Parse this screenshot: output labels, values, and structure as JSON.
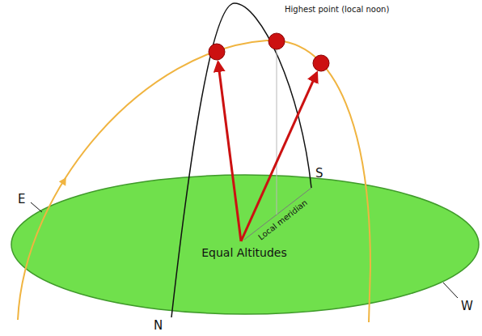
{
  "diagram": {
    "labels": [
      "Highest point (local noon)",
      "E",
      "S",
      "Local meridian",
      "Equal Altitudes",
      "W",
      "N"
    ]
  }
}
